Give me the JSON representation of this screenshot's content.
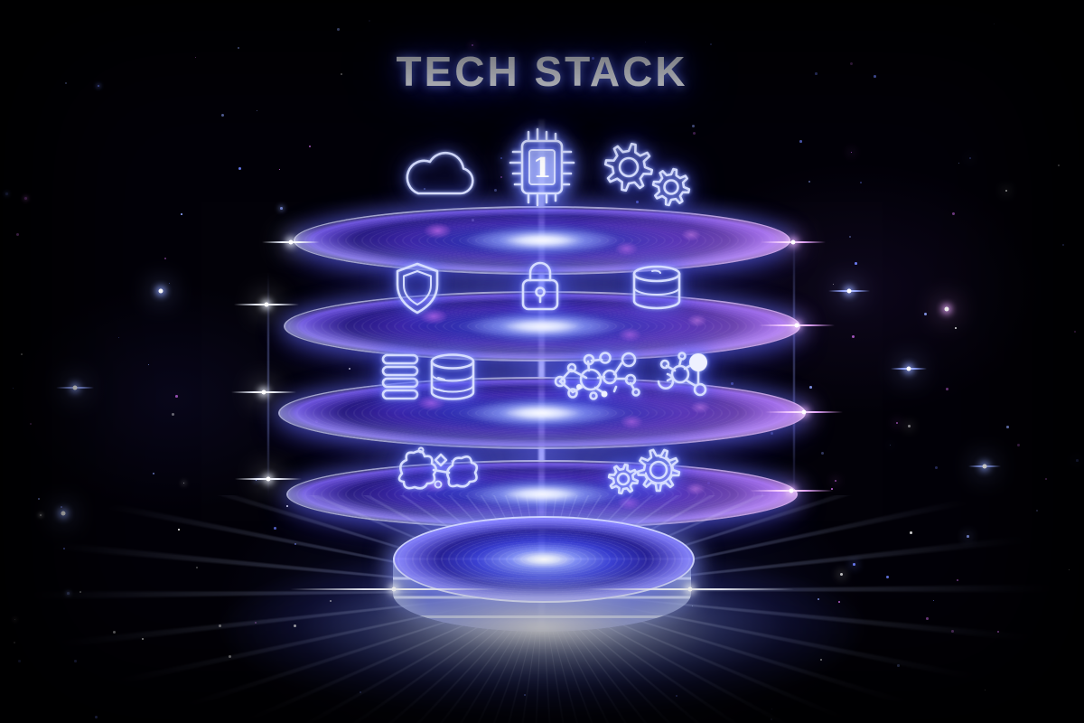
{
  "title": "TECH STACK",
  "chip_label": "1",
  "rows": [
    {
      "id": "row-1",
      "icons": [
        "cloud-icon",
        "cpu-chip-icon",
        "gear-icon",
        "gear-icon"
      ]
    },
    {
      "id": "row-2",
      "icons": [
        "shield-icon",
        "padlock-icon",
        "database-icon"
      ]
    },
    {
      "id": "row-3",
      "icons": [
        "server-stack-icon",
        "database-icon",
        "network-nodes-icon",
        "network-nodes-icon"
      ]
    },
    {
      "id": "row-4",
      "icons": [
        "puzzle-cluster-icon",
        "gear-pair-icon"
      ]
    }
  ],
  "layer_shape": "hologram-disc",
  "base_shape": "glowing-platform",
  "colors": {
    "bg": "#020108",
    "star-blue": "#8fa4ff",
    "glow-blue": "#4c5dff",
    "deep-indigo": "#241677",
    "disc-blue": "#3d41c8",
    "violet": "#7d4fe0",
    "magenta": "#d36ef0",
    "rim-light": "#dde3ff",
    "pink-flare": "#e9a6ff",
    "beam-white": "#ffffff",
    "icon-stroke": "#d6ddff",
    "title-color": "#f2f5ff"
  }
}
